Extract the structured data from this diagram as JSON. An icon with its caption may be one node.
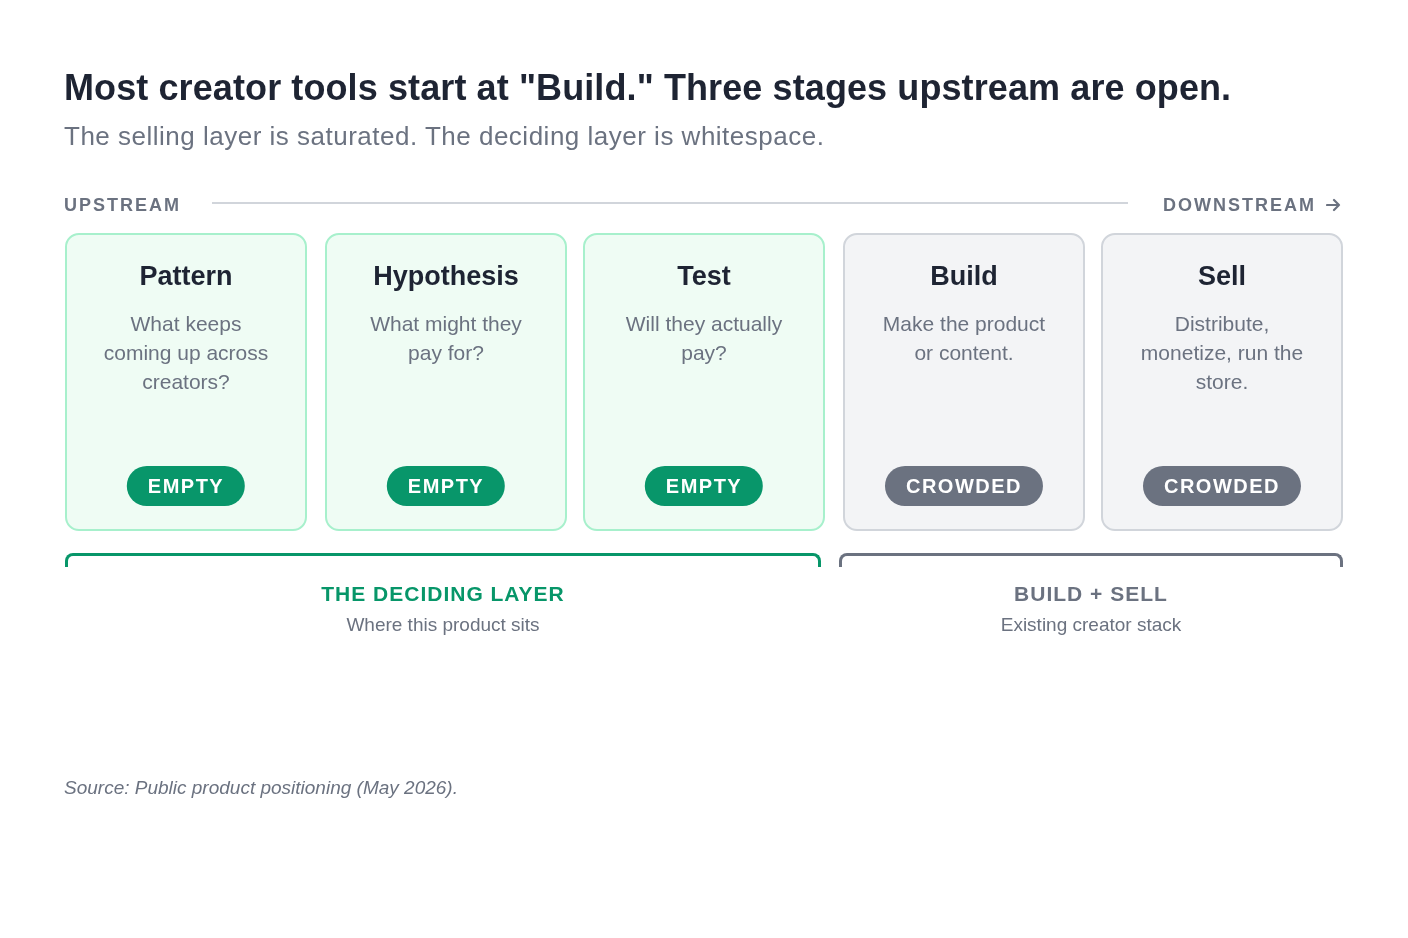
{
  "diagram": {
    "title": "Most creator tools start at \"Build.\" Three stages upstream are open.",
    "caption": "Source: Public product positioning (May 2026).",
    "nodes": [
      {
        "text": [
          "Pattern",
          "What keeps coming up across creators?"
        ]
      },
      {
        "text": [
          "EMPTY"
        ],
        "in": 0
      },
      {
        "text": [
          "Hypothesis",
          "What might they pay for?"
        ]
      },
      {
        "text": [
          "EMPTY"
        ],
        "in": 2
      },
      {
        "text": [
          "Test",
          "Will they actually pay?"
        ]
      },
      {
        "text": [
          "EMPTY"
        ],
        "in": 4
      },
      {
        "text": [
          "Build",
          "Make the product or content."
        ]
      },
      {
        "text": [
          "CROWDED"
        ],
        "in": 6
      },
      {
        "text": [
          "Sell",
          "Distribute, monetize, run the store."
        ]
      },
      {
        "text": [
          "CROWDED"
        ],
        "in": 8
      },
      {
        "text": [
          "THE DECIDING LAYER",
          "Where this product sits"
        ]
      },
      {
        "text": [
          "BUILD + SELL",
          "Existing creator stack"
        ]
      }
    ],
    "labels": [
      "The selling layer is saturated. The deciding layer is whitespace.",
      "UPSTREAM",
      "DOWNSTREAM"
    ]
  }
}
